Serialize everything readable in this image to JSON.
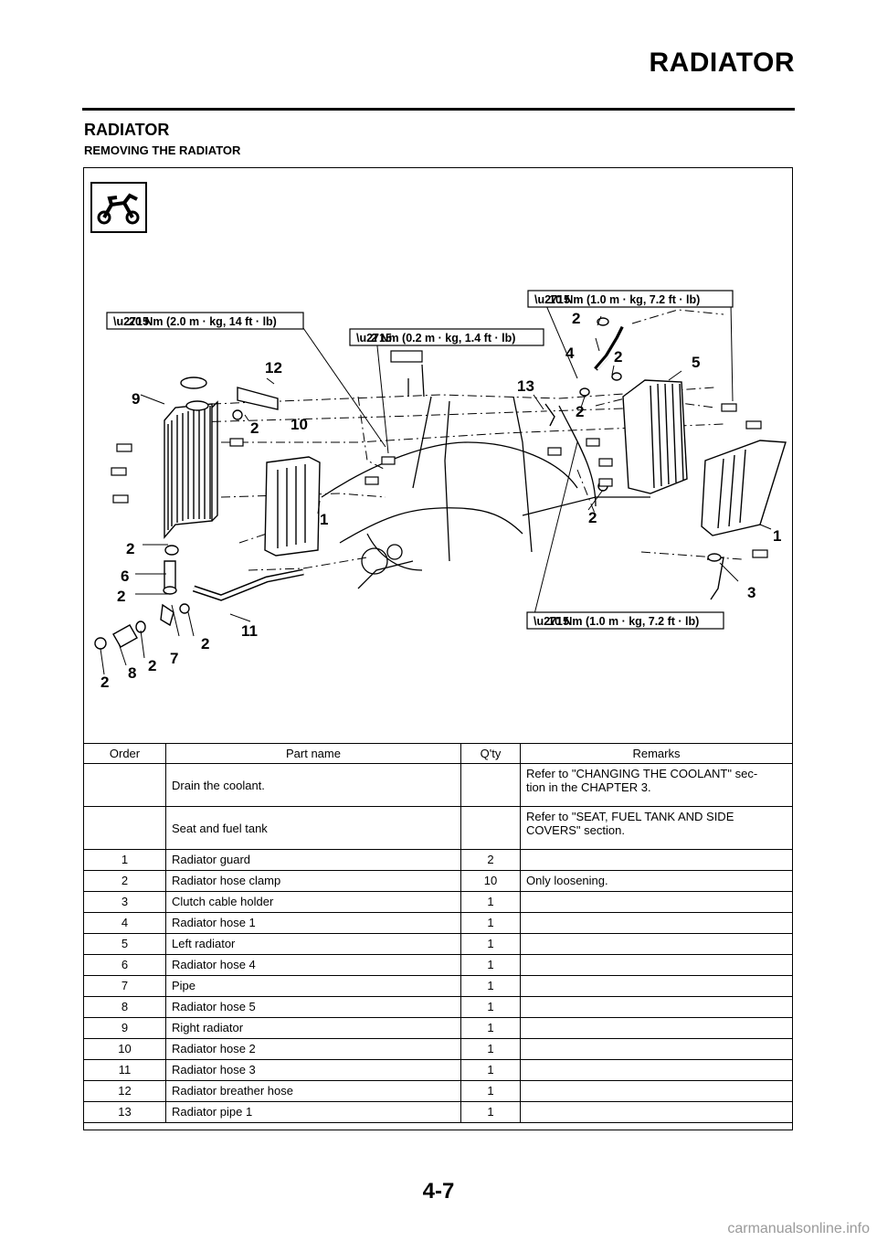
{
  "header": {
    "title": "RADIATOR"
  },
  "section": {
    "title": "RADIATOR",
    "subtitle": "REMOVING THE RADIATOR"
  },
  "diagram": {
    "torque_specs": [
      "20 Nm (2.0 m · kg, 14 ft · lb)",
      "2 Nm (0.2 m · kg, 1.4 ft · lb)",
      "10 Nm (1.0 m · kg, 7.2 ft · lb)",
      "10 Nm (1.0 m · kg, 7.2 ft · lb)"
    ],
    "callouts": [
      "12",
      "9",
      "2",
      "10",
      "1",
      "2",
      "6",
      "2",
      "11",
      "2",
      "7",
      "2",
      "8",
      "2",
      "2",
      "4",
      "2",
      "5",
      "13",
      "2",
      "2",
      "1",
      "3"
    ]
  },
  "table": {
    "headers": [
      "Order",
      "Part name",
      "Q'ty",
      "Remarks"
    ],
    "rows": [
      [
        "",
        "Drain the coolant.",
        "",
        "Refer to \"CHANGING THE COOLANT\" sec-\ntion in the CHAPTER 3."
      ],
      [
        "",
        "Seat and fuel tank",
        "",
        "Refer to \"SEAT, FUEL TANK AND SIDE\nCOVERS\" section."
      ],
      [
        "1",
        "Radiator guard",
        "2",
        ""
      ],
      [
        "2",
        "Radiator hose clamp",
        "10",
        "Only loosening."
      ],
      [
        "3",
        "Clutch cable holder",
        "1",
        ""
      ],
      [
        "4",
        "Radiator hose 1",
        "1",
        ""
      ],
      [
        "5",
        "Left radiator",
        "1",
        ""
      ],
      [
        "6",
        "Radiator hose 4",
        "1",
        ""
      ],
      [
        "7",
        "Pipe",
        "1",
        ""
      ],
      [
        "8",
        "Radiator hose 5",
        "1",
        ""
      ],
      [
        "9",
        "Right radiator",
        "1",
        ""
      ],
      [
        "10",
        "Radiator hose 2",
        "1",
        ""
      ],
      [
        "11",
        "Radiator hose 3",
        "1",
        ""
      ],
      [
        "12",
        "Radiator breather hose",
        "1",
        ""
      ],
      [
        "13",
        "Radiator pipe 1",
        "1",
        ""
      ]
    ]
  },
  "footer": {
    "page_number": "4-7",
    "watermark": "carmanualsonline.info"
  }
}
